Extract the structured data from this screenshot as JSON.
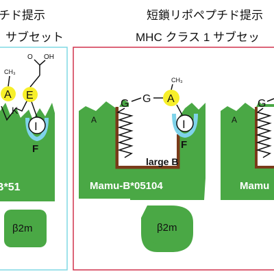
{
  "headers": {
    "left_line1": "チド提示",
    "left_line2": "サブセット",
    "right_line1": "短鎖リポペプチド提示",
    "right_line2": "MHC クラス 1 サブセッ"
  },
  "left_panel": {
    "label": "B*51",
    "b2m": "β2m",
    "pocket_label": "F",
    "residues": {
      "A": "A",
      "E": "E",
      "I": "I",
      "K": "K",
      "methyl": "CH₃",
      "oxygen": "O",
      "hydroxyl": "OH"
    }
  },
  "center_panel": {
    "label": "Mamu-B*05104",
    "b2m": "β2m",
    "pocket_a": "A",
    "pocket_f": "F",
    "pocket_size": "large B",
    "residues": {
      "G1": "G",
      "G2": "G",
      "A": "A",
      "I": "I",
      "methyl": "CH₃"
    }
  },
  "right_panel": {
    "label": "Mamu",
    "pocket_a": "A",
    "residue_g": "G"
  },
  "colors": {
    "mhc_green": "#4aa845",
    "groove_brown": "#7a3b1a",
    "residue_yellow": "#f7ef2a",
    "pocket_blue": "#7fd3ea",
    "left_frame": "#7fd8e4",
    "center_frame": "#d0304a"
  }
}
